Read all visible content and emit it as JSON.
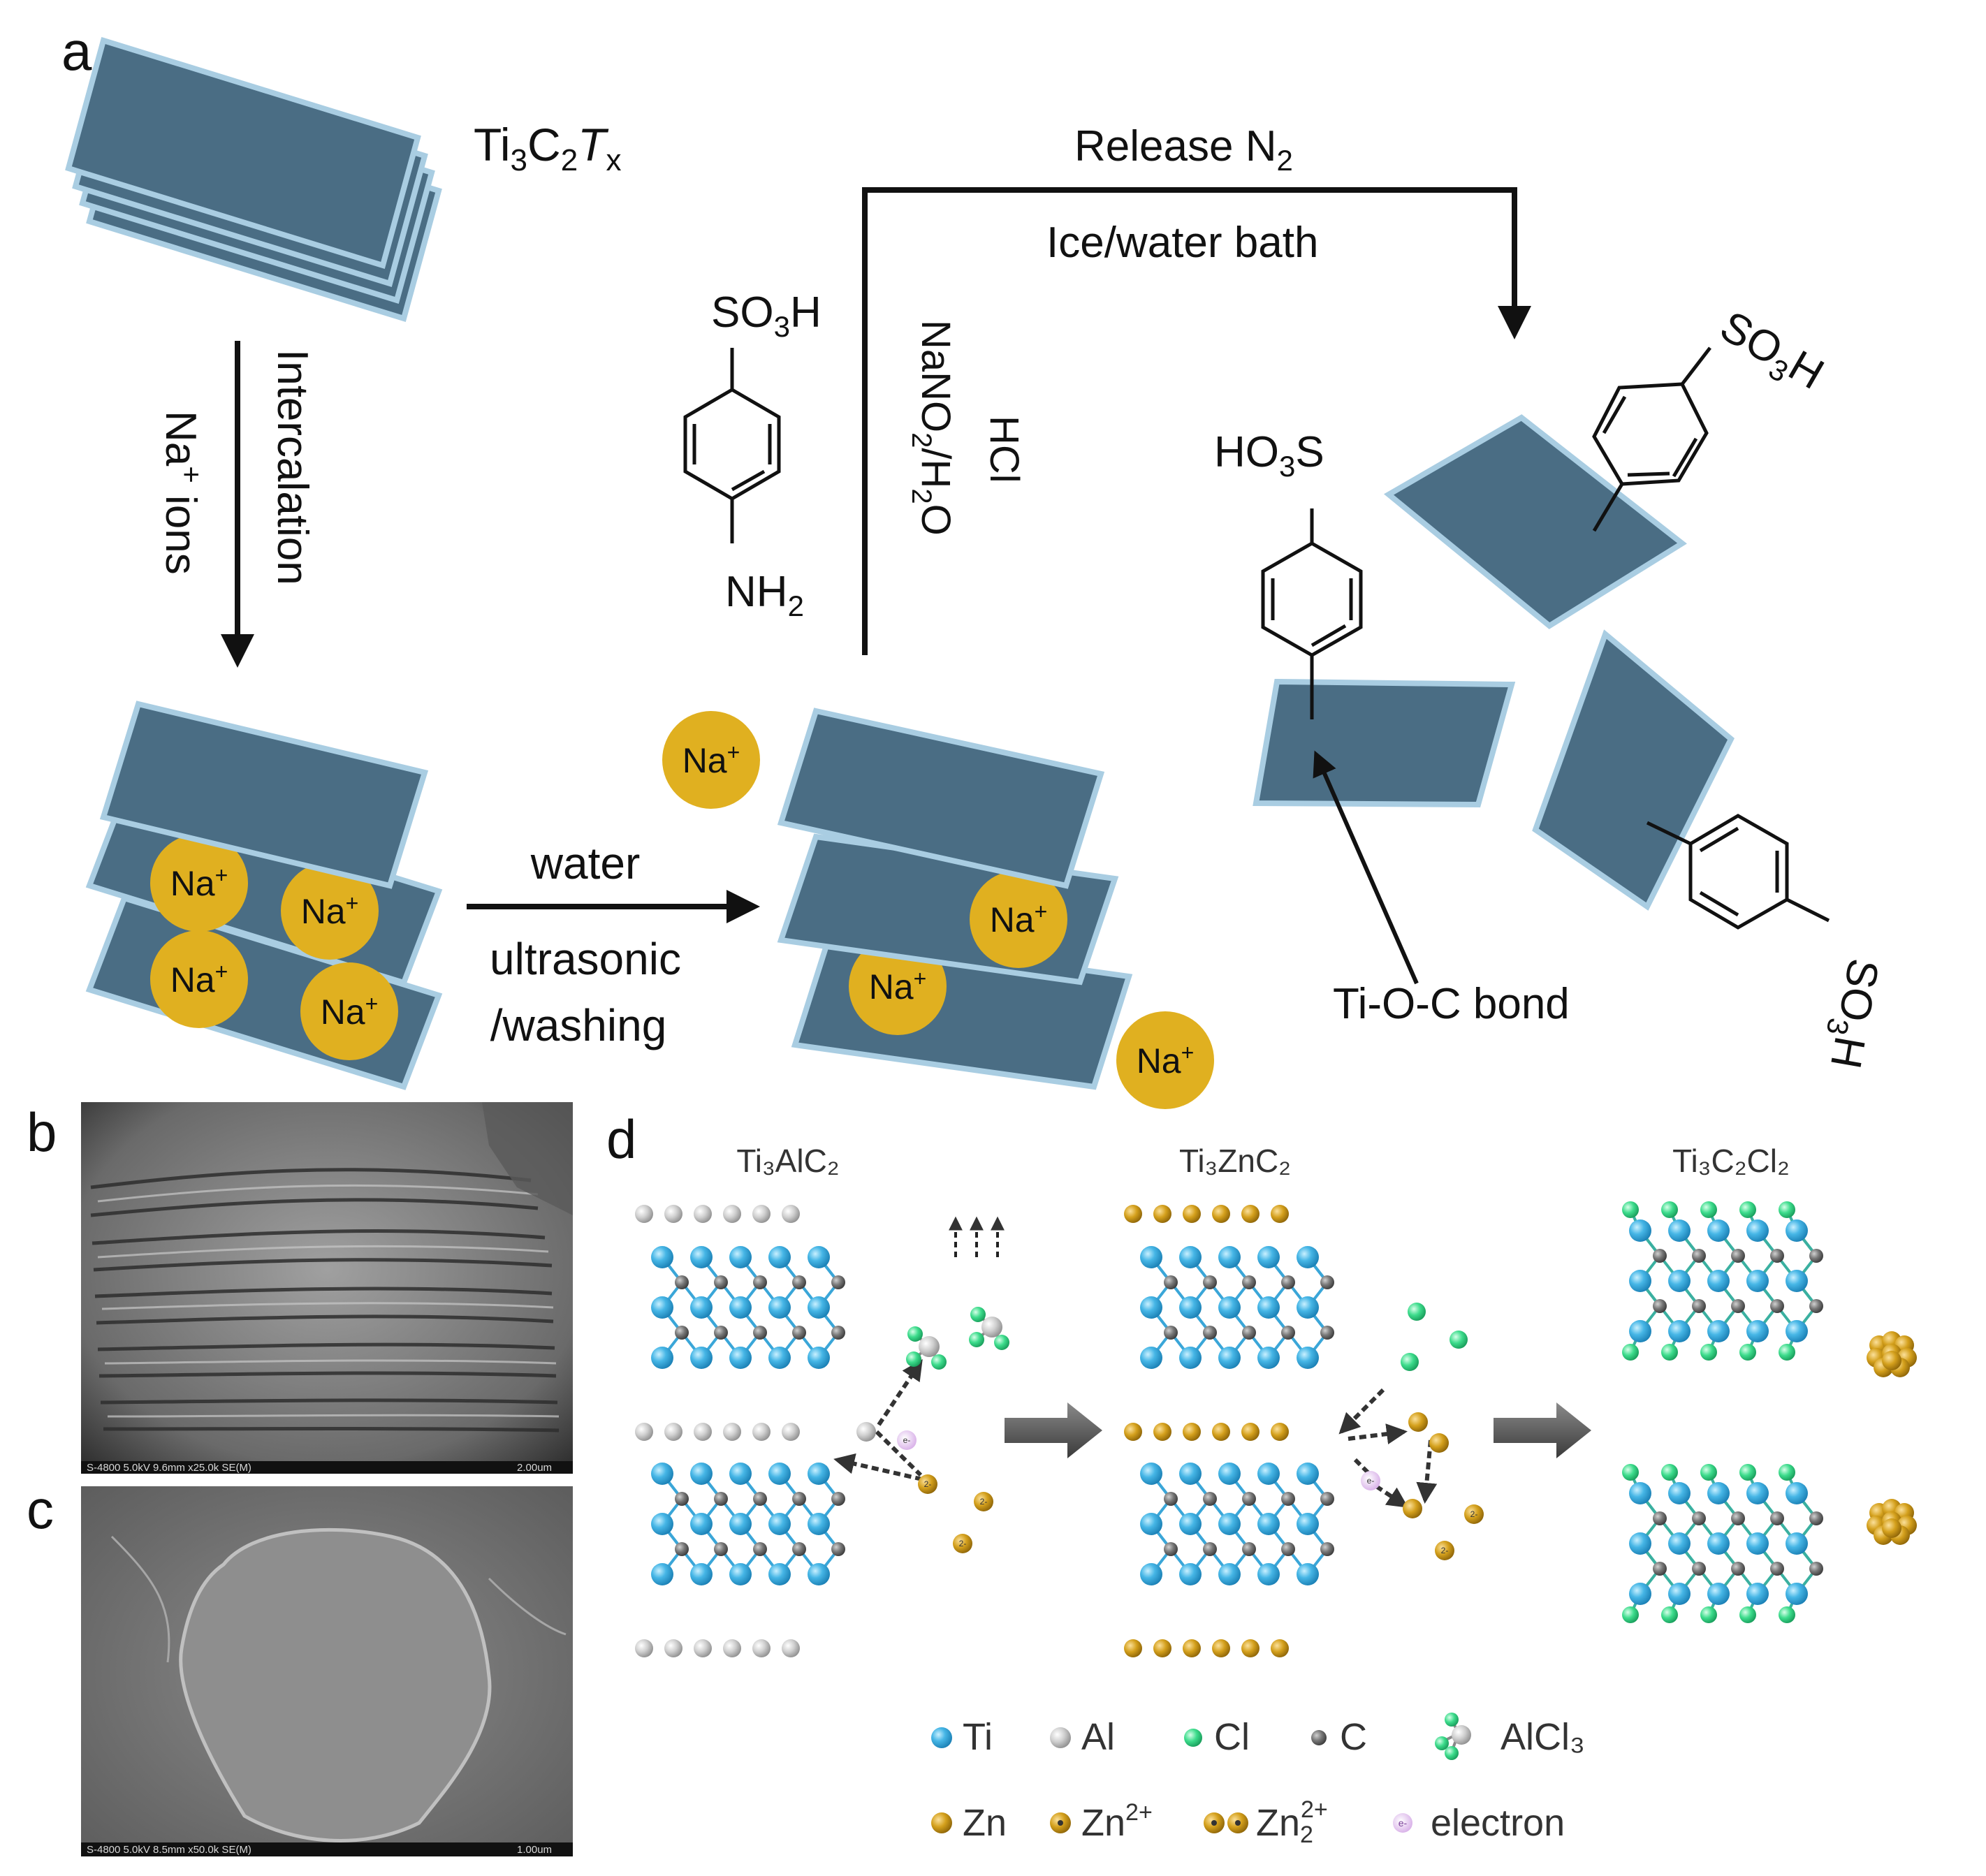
{
  "panels": {
    "a": "a",
    "b": "b",
    "c": "c",
    "d": "d"
  },
  "colors": {
    "sheet_fill": "#4a6d84",
    "sheet_edge": "#a9cde2",
    "na_ion": "#e0b020",
    "ti_atom": "#3fb4e4",
    "al_atom": "#c8c8c8",
    "cl_atom": "#3ddc8c",
    "c_atom": "#707070",
    "zn_atom": "#d4a01c",
    "electron": "#d9b8e8"
  },
  "panel_a": {
    "ti3c2tx": {
      "base": "Ti",
      "s1": "3",
      "c": "C",
      "s2": "2",
      "t": "T",
      "s3": "x"
    },
    "na_ions": {
      "sup": "Na",
      "plus": "+",
      "rest": " ions"
    },
    "intercalation": "Intercalation",
    "na_label": {
      "base": "Na",
      "plus": "+"
    },
    "water": "water",
    "ultrasonic": "ultrasonic",
    "washing": "/washing",
    "so3h_top": {
      "base": "SO",
      "sub": "3",
      "end": "H"
    },
    "nh2": {
      "base": "NH",
      "sub": "2"
    },
    "hcl": "HCl",
    "nano2": {
      "a": "NaNO",
      "s1": "2",
      "b": "/H",
      "s2": "2",
      "c": "O"
    },
    "release": {
      "base": "Release N",
      "sub": "2"
    },
    "bath": "Ice/water bath",
    "ho3s": {
      "a": "HO",
      "sub": "3",
      "b": "S"
    },
    "so3h_right": {
      "base": "SO",
      "sub": "3",
      "end": "H"
    },
    "so3h_bottom": {
      "base": "SO",
      "sub": "3",
      "end": "H"
    },
    "tioc": "Ti-O-C bond"
  },
  "panel_b": {
    "meta": "S-4800 5.0kV 9.6mm x25.0k SE(M)",
    "scale": "2.00um"
  },
  "panel_c": {
    "meta": "S-4800 5.0kV 8.5mm x50.0k SE(M)",
    "scale": "1.00um"
  },
  "panel_d": {
    "ti3alc2": "Ti₃AlC₂",
    "ti3znc2": "Ti₃ZnC₂",
    "ti3c2cl2": "Ti₃C₂Cl₂",
    "charge_2m": "2-",
    "e_minus": "e-",
    "legend": {
      "ti": "Ti",
      "al": "Al",
      "cl": "Cl",
      "c": "C",
      "alcl3": "AlCl₃",
      "zn": "Zn",
      "zn2": {
        "base": "Zn",
        "sup": "2+"
      },
      "zn22": {
        "base": "Zn",
        "sub": "2",
        "sup": "2+"
      },
      "electron": "electron"
    }
  }
}
